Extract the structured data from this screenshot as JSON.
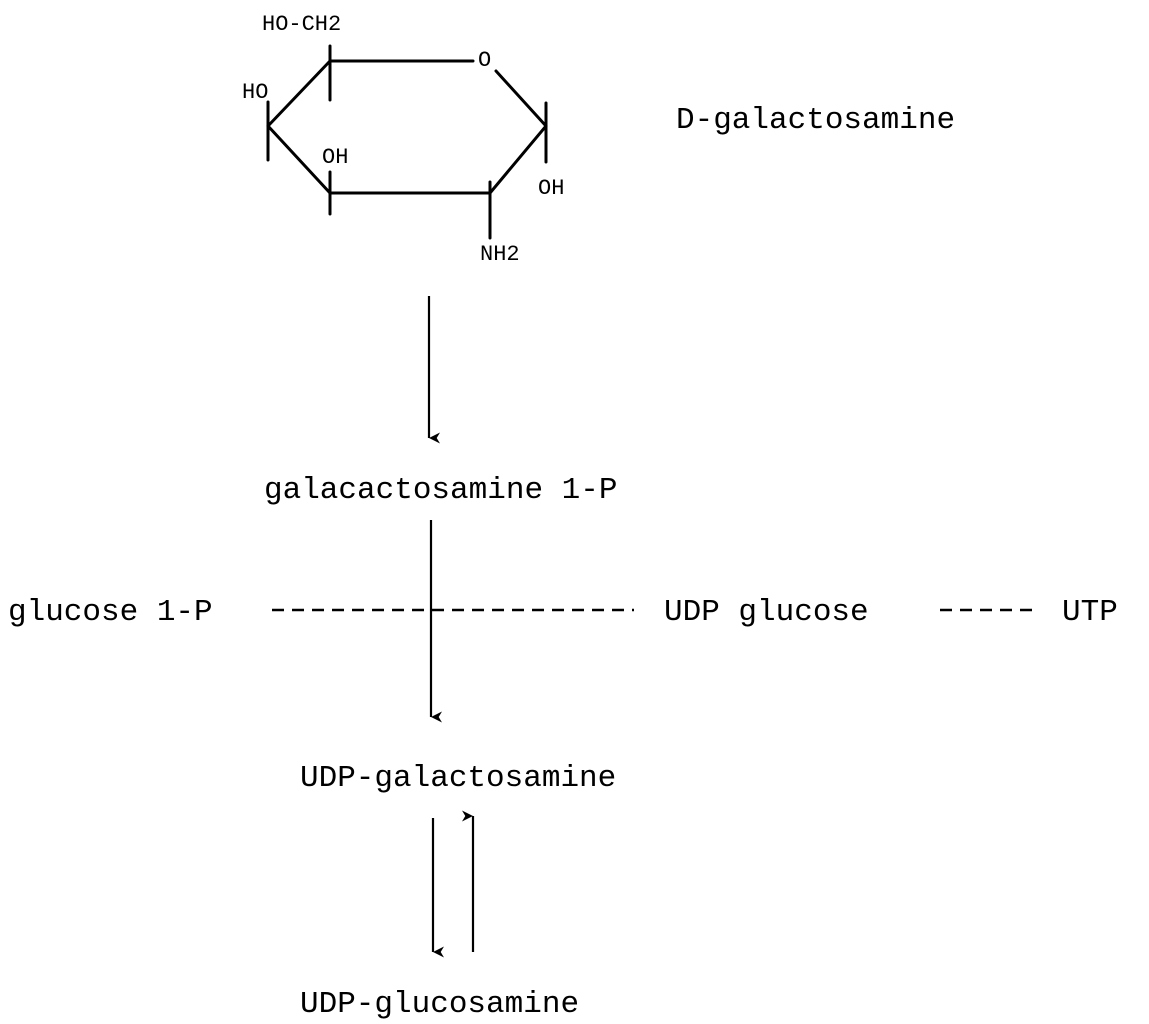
{
  "molecule": {
    "name": "D-galactosamine",
    "hoch2": "HO-CH2",
    "ring_o": "O",
    "ho_left": "HO",
    "oh_mid": "OH",
    "oh_right": "OH",
    "nh2": "NH2"
  },
  "pathway": {
    "galactosamine_1p": "galacactosamine 1-P",
    "glucose_1p": "glucose 1-P",
    "udp_glucose": "UDP glucose",
    "utp": "UTP",
    "udp_galactosamine": "UDP-galactosamine",
    "udp_glucosamine": "UDP-glucosamine"
  }
}
